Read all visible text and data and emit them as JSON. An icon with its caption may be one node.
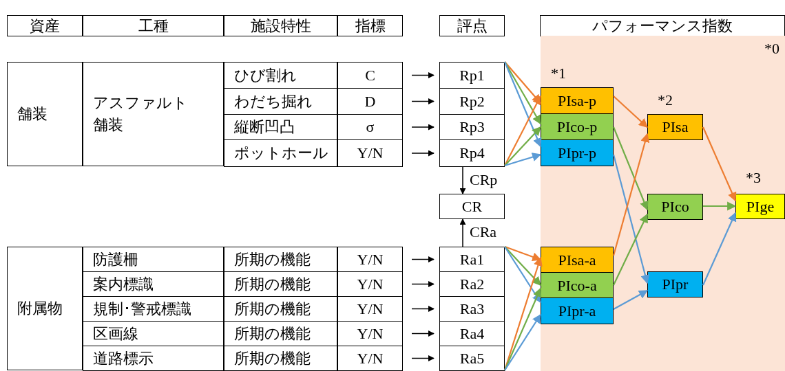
{
  "diagram": {
    "nodes": [
      {
        "text": [
          "資産"
        ]
      },
      {
        "text": [
          "工種"
        ]
      },
      {
        "text": [
          "施設特性"
        ]
      },
      {
        "text": [
          "指標"
        ]
      },
      {
        "text": [
          "評点"
        ]
      },
      {
        "text": [
          "パフォーマンス指数"
        ]
      },
      {
        "text": [
          "*0"
        ]
      },
      {
        "text": [
          "舗装"
        ]
      },
      {
        "text": [
          "アスファルト舗装"
        ]
      },
      {
        "text": [
          "ひび割れ"
        ]
      },
      {
        "text": [
          "C"
        ]
      },
      {
        "text": [
          "わだち掘れ"
        ]
      },
      {
        "text": [
          "D"
        ]
      },
      {
        "text": [
          "縦断凹凸"
        ]
      },
      {
        "text": [
          "σ"
        ]
      },
      {
        "text": [
          "ポットホール"
        ]
      },
      {
        "text": [
          "Y/N"
        ]
      },
      {
        "text": [
          "Rp1"
        ]
      },
      {
        "text": [
          "Rp2"
        ]
      },
      {
        "text": [
          "Rp3"
        ]
      },
      {
        "text": [
          "Rp4"
        ]
      },
      {
        "text": [
          "CR"
        ]
      },
      {
        "text": [
          "附属物"
        ]
      },
      {
        "text": [
          "防護柵"
        ]
      },
      {
        "text": [
          "所期の機能"
        ]
      },
      {
        "text": [
          "Y/N"
        ]
      },
      {
        "text": [
          "案内標識"
        ]
      },
      {
        "text": [
          "所期の機能"
        ]
      },
      {
        "text": [
          "Y/N"
        ]
      },
      {
        "text": [
          "規制･警戒標識"
        ]
      },
      {
        "text": [
          "所期の機能"
        ]
      },
      {
        "text": [
          "Y/N"
        ]
      },
      {
        "text": [
          "区画線"
        ]
      },
      {
        "text": [
          "所期の機能"
        ]
      },
      {
        "text": [
          "Y/N"
        ]
      },
      {
        "text": [
          "道路標示"
        ]
      },
      {
        "text": [
          "所期の機能"
        ]
      },
      {
        "text": [
          "Y/N"
        ]
      },
      {
        "text": [
          "Ra1"
        ]
      },
      {
        "text": [
          "Ra2"
        ]
      },
      {
        "text": [
          "Ra3"
        ]
      },
      {
        "text": [
          "Ra4"
        ]
      },
      {
        "text": [
          "Ra5"
        ]
      },
      {
        "text": [
          "PIsa-p"
        ],
        "in": 6,
        "beside": [
          "*1"
        ]
      },
      {
        "text": [
          "PIco-p"
        ],
        "in": 6
      },
      {
        "text": [
          "PIpr-p"
        ],
        "in": 6
      },
      {
        "text": [
          "PIsa-a"
        ],
        "in": 6
      },
      {
        "text": [
          "PIco-a"
        ],
        "in": 6
      },
      {
        "text": [
          "PIpr-a"
        ],
        "in": 6
      },
      {
        "text": [
          "PIsa"
        ],
        "in": 6,
        "beside": [
          "*2"
        ]
      },
      {
        "text": [
          "PIco"
        ],
        "in": 6
      },
      {
        "text": [
          "PIpr"
        ],
        "in": 6
      },
      {
        "text": [
          "PIge"
        ],
        "in": 6,
        "beside": [
          "*3"
        ]
      }
    ],
    "edges": [
      {
        "from": 10,
        "to": 17,
        "arrow": "to"
      },
      {
        "from": 12,
        "to": 18,
        "arrow": "to"
      },
      {
        "from": 14,
        "to": 19,
        "arrow": "to"
      },
      {
        "from": 16,
        "to": 20,
        "arrow": "to"
      },
      {
        "from": 20,
        "to": 21,
        "arrow": "to",
        "label": "CRp"
      },
      {
        "from": 38,
        "to": 21,
        "arrow": "to",
        "label": "CRa"
      },
      {
        "from": 25,
        "to": 38,
        "arrow": "to"
      },
      {
        "from": 28,
        "to": 39,
        "arrow": "to"
      },
      {
        "from": 31,
        "to": 40,
        "arrow": "to"
      },
      {
        "from": 34,
        "to": 41,
        "arrow": "to"
      },
      {
        "from": 37,
        "to": 42,
        "arrow": "to"
      },
      {
        "from": 17,
        "to": 43,
        "arrow": "to",
        "color": "#ed7d31"
      },
      {
        "from": 17,
        "to": 44,
        "arrow": "to",
        "color": "#70ad47"
      },
      {
        "from": 17,
        "to": 45,
        "arrow": "to",
        "color": "#5b9bd5"
      },
      {
        "from": 20,
        "to": 43,
        "arrow": "to",
        "color": "#ed7d31"
      },
      {
        "from": 20,
        "to": 44,
        "arrow": "to",
        "color": "#70ad47"
      },
      {
        "from": 20,
        "to": 45,
        "arrow": "to",
        "color": "#5b9bd5"
      },
      {
        "from": 38,
        "to": 46,
        "arrow": "to",
        "color": "#ed7d31"
      },
      {
        "from": 38,
        "to": 47,
        "arrow": "to",
        "color": "#70ad47"
      },
      {
        "from": 38,
        "to": 48,
        "arrow": "to",
        "color": "#5b9bd5"
      },
      {
        "from": 42,
        "to": 46,
        "arrow": "to",
        "color": "#ed7d31"
      },
      {
        "from": 42,
        "to": 47,
        "arrow": "to",
        "color": "#70ad47"
      },
      {
        "from": 42,
        "to": 48,
        "arrow": "to",
        "color": "#5b9bd5"
      },
      {
        "from": 43,
        "to": 49,
        "arrow": "to",
        "color": "#ed7d31"
      },
      {
        "from": 44,
        "to": 50,
        "arrow": "to",
        "color": "#70ad47"
      },
      {
        "from": 45,
        "to": 51,
        "arrow": "to",
        "color": "#5b9bd5"
      },
      {
        "from": 46,
        "to": 49,
        "arrow": "to",
        "color": "#ed7d31"
      },
      {
        "from": 47,
        "to": 50,
        "arrow": "to",
        "color": "#70ad47"
      },
      {
        "from": 48,
        "to": 51,
        "arrow": "to",
        "color": "#5b9bd5"
      },
      {
        "from": 49,
        "to": 52,
        "arrow": "to",
        "color": "#ed7d31"
      },
      {
        "from": 50,
        "to": 52,
        "arrow": "to",
        "color": "#70ad47"
      },
      {
        "from": 51,
        "to": 52,
        "arrow": "to",
        "color": "#5b9bd5"
      }
    ]
  }
}
